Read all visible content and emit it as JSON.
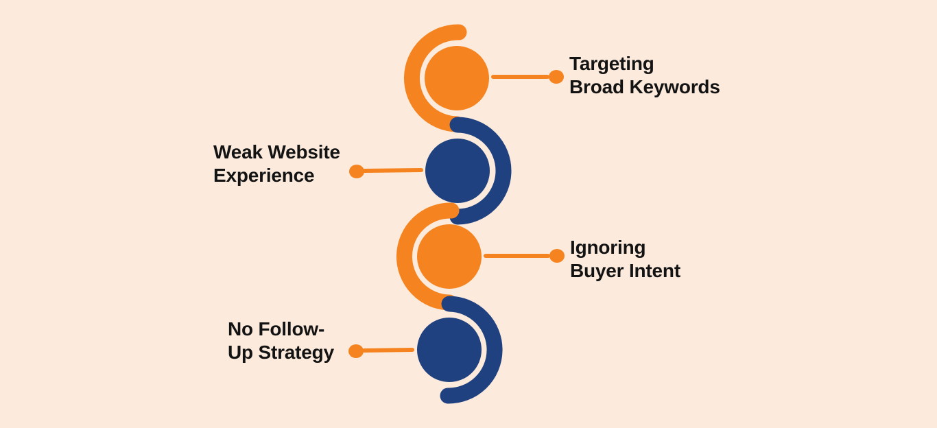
{
  "colors": {
    "background": "#FCEBDD",
    "orange": "#F5831F",
    "blue": "#1F4180",
    "text": "#131313"
  },
  "diagram": {
    "type": "serpentine-step-infographic",
    "step_count": 4,
    "items": [
      {
        "index": 1,
        "label": "Targeting\nBroad Keywords",
        "circle_color": "#F5831F",
        "label_side": "right"
      },
      {
        "index": 2,
        "label": "Weak Website\nExperience",
        "circle_color": "#1F4180",
        "label_side": "left"
      },
      {
        "index": 3,
        "label": "Ignoring\nBuyer Intent",
        "circle_color": "#F5831F",
        "label_side": "right"
      },
      {
        "index": 4,
        "label": "No Follow-\nUp Strategy",
        "circle_color": "#1F4180",
        "label_side": "left"
      }
    ]
  }
}
